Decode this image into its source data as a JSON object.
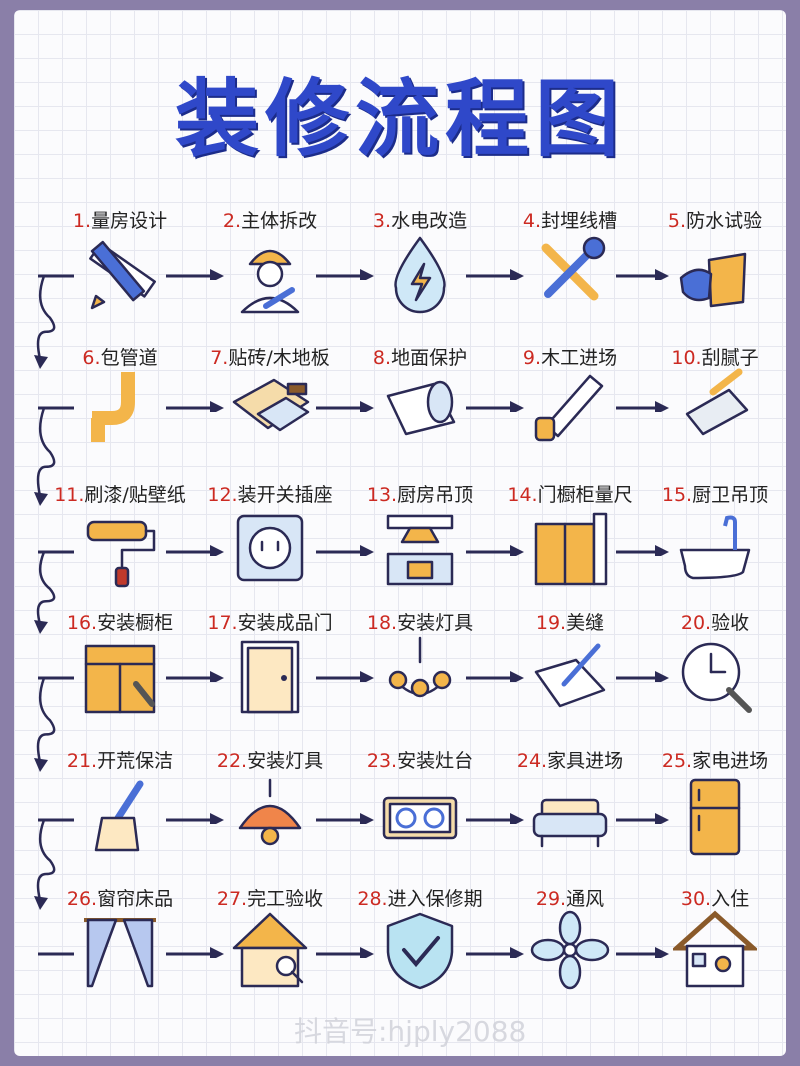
{
  "title": "装修流程图",
  "steps": [
    {
      "n": "1.",
      "label": "量房设计",
      "icon": "ruler-pencil-icon"
    },
    {
      "n": "2.",
      "label": "主体拆改",
      "icon": "worker-wrench-icon"
    },
    {
      "n": "3.",
      "label": "水电改造",
      "icon": "water-electric-drop-icon"
    },
    {
      "n": "4.",
      "label": "封埋线槽",
      "icon": "wrench-screwdriver-icon"
    },
    {
      "n": "5.",
      "label": "防水试验",
      "icon": "paint-bucket-icon"
    },
    {
      "n": "6.",
      "label": "包管道",
      "icon": "pipe-icon"
    },
    {
      "n": "7.",
      "label": "贴砖/木地板",
      "icon": "floor-tile-icon"
    },
    {
      "n": "8.",
      "label": "地面保护",
      "icon": "protective-roll-icon"
    },
    {
      "n": "9.",
      "label": "木工进场",
      "icon": "saw-icon"
    },
    {
      "n": "10.",
      "label": "刮腻子",
      "icon": "putty-trowel-icon"
    },
    {
      "n": "11.",
      "label": "刷漆/贴壁纸",
      "icon": "paint-roller-icon"
    },
    {
      "n": "12.",
      "label": "装开关插座",
      "icon": "power-socket-icon"
    },
    {
      "n": "13.",
      "label": "厨房吊顶",
      "icon": "kitchen-ceiling-icon"
    },
    {
      "n": "14.",
      "label": "门橱柜量尺",
      "icon": "cabinet-measure-icon"
    },
    {
      "n": "15.",
      "label": "厨卫吊顶",
      "icon": "bathtub-icon"
    },
    {
      "n": "16.",
      "label": "安装橱柜",
      "icon": "cabinet-install-icon"
    },
    {
      "n": "17.",
      "label": "安装成品门",
      "icon": "door-icon"
    },
    {
      "n": "18.",
      "label": "安装灯具",
      "icon": "chandelier-icon"
    },
    {
      "n": "19.",
      "label": "美缝",
      "icon": "caulk-gun-icon"
    },
    {
      "n": "20.",
      "label": "验收",
      "icon": "clock-wrench-icon"
    },
    {
      "n": "21.",
      "label": "开荒保洁",
      "icon": "cleaning-brush-icon"
    },
    {
      "n": "22.",
      "label": "安装灯具",
      "icon": "pendant-lamp-icon"
    },
    {
      "n": "23.",
      "label": "安装灶台",
      "icon": "gas-stove-icon"
    },
    {
      "n": "24.",
      "label": "家具进场",
      "icon": "sofa-icon"
    },
    {
      "n": "25.",
      "label": "家电进场",
      "icon": "refrigerator-icon"
    },
    {
      "n": "26.",
      "label": "窗帘床品",
      "icon": "curtain-icon"
    },
    {
      "n": "27.",
      "label": "完工验收",
      "icon": "house-inspect-icon"
    },
    {
      "n": "28.",
      "label": "进入保修期",
      "icon": "shield-check-icon"
    },
    {
      "n": "29.",
      "label": "通风",
      "icon": "fan-icon"
    },
    {
      "n": "30.",
      "label": "入住",
      "icon": "home-icon"
    }
  ],
  "watermark": "抖音号:hjply2088",
  "colors": {
    "title": "#2f48c9",
    "number": "#cc2a22",
    "line": "#2b2a55",
    "blue": "#4a6fd6",
    "orange": "#f3b54a"
  }
}
